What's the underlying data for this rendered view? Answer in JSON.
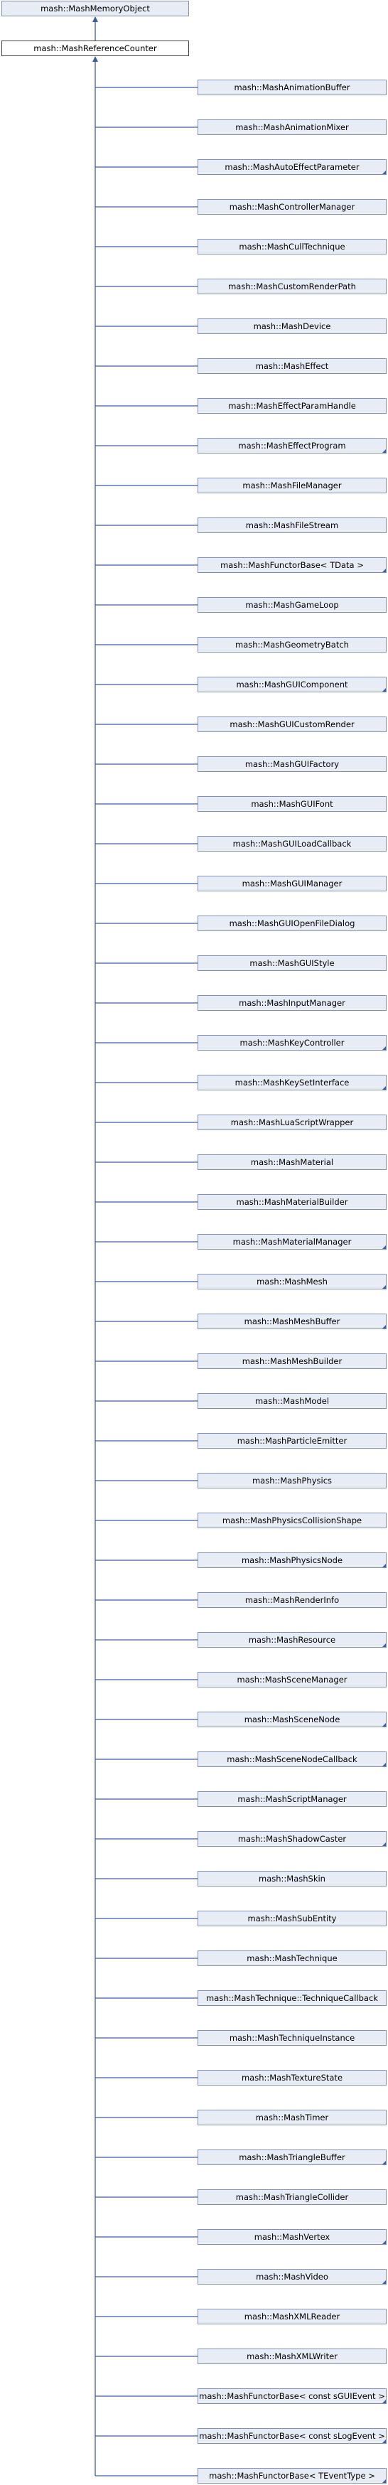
{
  "diagram": {
    "base_class": "mash::MashMemoryObject",
    "current_class": "mash::MashReferenceCounter",
    "edge_color": "#3f5d9a",
    "box_fill": "#e8edf5",
    "box_border": "#8490b0",
    "derived": [
      {
        "label": "mash::MashAnimationBuffer",
        "has_more": false
      },
      {
        "label": "mash::MashAnimationMixer",
        "has_more": false
      },
      {
        "label": "mash::MashAutoEffectParameter",
        "has_more": true
      },
      {
        "label": "mash::MashControllerManager",
        "has_more": false
      },
      {
        "label": "mash::MashCullTechnique",
        "has_more": false
      },
      {
        "label": "mash::MashCustomRenderPath",
        "has_more": false
      },
      {
        "label": "mash::MashDevice",
        "has_more": false
      },
      {
        "label": "mash::MashEffect",
        "has_more": false
      },
      {
        "label": "mash::MashEffectParamHandle",
        "has_more": false
      },
      {
        "label": "mash::MashEffectProgram",
        "has_more": true
      },
      {
        "label": "mash::MashFileManager",
        "has_more": false
      },
      {
        "label": "mash::MashFileStream",
        "has_more": false
      },
      {
        "label": "mash::MashFunctorBase< TData >",
        "has_more": true
      },
      {
        "label": "mash::MashGameLoop",
        "has_more": false
      },
      {
        "label": "mash::MashGeometryBatch",
        "has_more": false
      },
      {
        "label": "mash::MashGUIComponent",
        "has_more": true
      },
      {
        "label": "mash::MashGUICustomRender",
        "has_more": false
      },
      {
        "label": "mash::MashGUIFactory",
        "has_more": false
      },
      {
        "label": "mash::MashGUIFont",
        "has_more": false
      },
      {
        "label": "mash::MashGUILoadCallback",
        "has_more": false
      },
      {
        "label": "mash::MashGUIManager",
        "has_more": false
      },
      {
        "label": "mash::MashGUIOpenFileDialog",
        "has_more": false
      },
      {
        "label": "mash::MashGUIStyle",
        "has_more": false
      },
      {
        "label": "mash::MashInputManager",
        "has_more": false
      },
      {
        "label": "mash::MashKeyController",
        "has_more": true
      },
      {
        "label": "mash::MashKeySetInterface",
        "has_more": true
      },
      {
        "label": "mash::MashLuaScriptWrapper",
        "has_more": false
      },
      {
        "label": "mash::MashMaterial",
        "has_more": false
      },
      {
        "label": "mash::MashMaterialBuilder",
        "has_more": false
      },
      {
        "label": "mash::MashMaterialManager",
        "has_more": true
      },
      {
        "label": "mash::MashMesh",
        "has_more": true
      },
      {
        "label": "mash::MashMeshBuffer",
        "has_more": true
      },
      {
        "label": "mash::MashMeshBuilder",
        "has_more": false
      },
      {
        "label": "mash::MashModel",
        "has_more": false
      },
      {
        "label": "mash::MashParticleEmitter",
        "has_more": false
      },
      {
        "label": "mash::MashPhysics",
        "has_more": false
      },
      {
        "label": "mash::MashPhysicsCollisionShape",
        "has_more": false
      },
      {
        "label": "mash::MashPhysicsNode",
        "has_more": true
      },
      {
        "label": "mash::MashRenderInfo",
        "has_more": false
      },
      {
        "label": "mash::MashResource",
        "has_more": true
      },
      {
        "label": "mash::MashSceneManager",
        "has_more": false
      },
      {
        "label": "mash::MashSceneNode",
        "has_more": true
      },
      {
        "label": "mash::MashSceneNodeCallback",
        "has_more": true
      },
      {
        "label": "mash::MashScriptManager",
        "has_more": false
      },
      {
        "label": "mash::MashShadowCaster",
        "has_more": true
      },
      {
        "label": "mash::MashSkin",
        "has_more": false
      },
      {
        "label": "mash::MashSubEntity",
        "has_more": false
      },
      {
        "label": "mash::MashTechnique",
        "has_more": false
      },
      {
        "label": "mash::MashTechnique::TechniqueCallback",
        "has_more": false
      },
      {
        "label": "mash::MashTechniqueInstance",
        "has_more": false
      },
      {
        "label": "mash::MashTextureState",
        "has_more": false
      },
      {
        "label": "mash::MashTimer",
        "has_more": false
      },
      {
        "label": "mash::MashTriangleBuffer",
        "has_more": true
      },
      {
        "label": "mash::MashTriangleCollider",
        "has_more": false
      },
      {
        "label": "mash::MashVertex",
        "has_more": true
      },
      {
        "label": "mash::MashVideo",
        "has_more": true
      },
      {
        "label": "mash::MashXMLReader",
        "has_more": false
      },
      {
        "label": "mash::MashXMLWriter",
        "has_more": false
      },
      {
        "label": "mash::MashFunctorBase< const sGUIEvent >",
        "has_more": true
      },
      {
        "label": "mash::MashFunctorBase< const sLogEvent >",
        "has_more": true
      },
      {
        "label": "mash::MashFunctorBase< TEventType >",
        "has_more": true
      }
    ]
  }
}
